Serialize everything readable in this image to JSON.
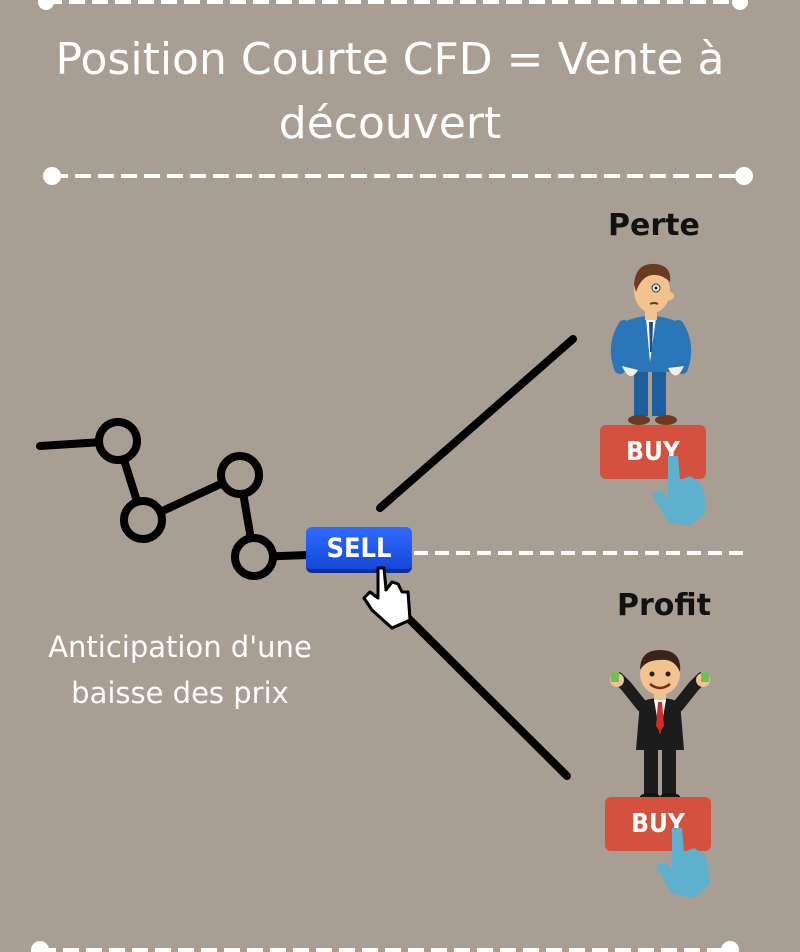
{
  "title": "Position Courte CFD = Vente à découvert",
  "labels": {
    "loss": "Perte",
    "profit": "Profit",
    "anticipation": "Anticipation d'une baisse des prix"
  },
  "buttons": {
    "sell": "SELL",
    "buy_top": "BUY",
    "buy_bottom": "BUY"
  },
  "colors": {
    "background": "#a89e94",
    "sell_button": "#1f5bf0",
    "buy_button": "#d4513e",
    "hand_cursor": "#5fb0cc"
  }
}
